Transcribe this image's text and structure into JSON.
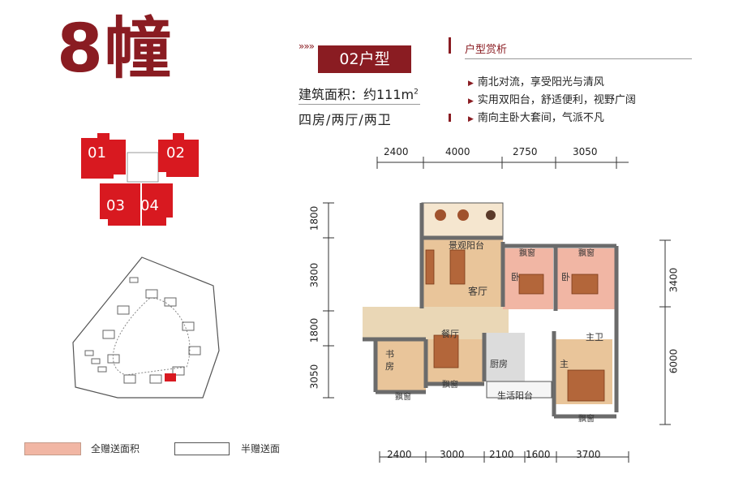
{
  "header": {
    "building": "8幢",
    "arrows": "»»»",
    "unit_type": "02户型",
    "area_text": "建筑面积：约111m",
    "area_unit_sup": "2",
    "rooms_text": "四房/两厅/两卫"
  },
  "analysis": {
    "title": "户型赏析",
    "features": [
      "南北对流，享受阳光与清风",
      "实用双阳台，舒适便利，视野广阔",
      "南向主卧大套间，气派不凡"
    ]
  },
  "key_plan": {
    "units": [
      "01",
      "02",
      "03",
      "04"
    ]
  },
  "dimensions": {
    "top": [
      "2400",
      "4000",
      "2750",
      "3050"
    ],
    "bottom": [
      "2400",
      "3000",
      "2100",
      "1600",
      "3700"
    ],
    "left": [
      "1800",
      "3800",
      "1800",
      "3050"
    ],
    "right": [
      "3400",
      "6000"
    ]
  },
  "rooms": {
    "balcony": "景观阳台",
    "living": "客厅",
    "bedroom1": "卧",
    "bedroom2": "卧",
    "bay1": "飘窗",
    "bay2": "飘窗",
    "bay3": "飘窗",
    "bay4": "飘窗",
    "bay5": "飘窗",
    "dining": "餐厅",
    "study_a": "书",
    "study_b": "房",
    "kitchen": "厨房",
    "master_bath": "主卫",
    "master": "主",
    "service_balcony": "生活阳台"
  },
  "legend": {
    "full_gift": "全赠送面积",
    "half_gift": "半赠送面"
  },
  "colors": {
    "brand": "#8a1c22",
    "unit_red": "#d81920",
    "gift_fill": "#f1b6a4",
    "wall": "#6b6b6b",
    "floor_wood": "#e9c59a"
  }
}
